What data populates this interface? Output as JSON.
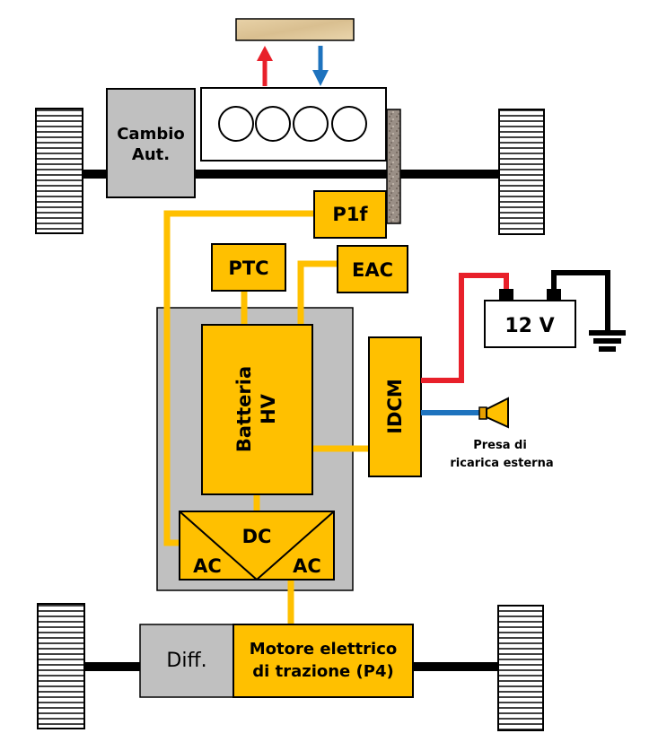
{
  "labels": {
    "gearbox_line1": "Cambio",
    "gearbox_line2": "Aut.",
    "p1f": "P1f",
    "ptc": "PTC",
    "eac": "EAC",
    "battery_line1": "Batteria",
    "battery_line2": "HV",
    "idcm": "IDCM",
    "battery_12v": "12 V",
    "socket_line1": "Presa di",
    "socket_line2": "ricarica esterna",
    "dc": "DC",
    "ac_left": "AC",
    "ac_right": "AC",
    "diff": "Diff.",
    "motor_line1": "Motore elettrico",
    "motor_line2": "di trazione (P4)"
  },
  "colors": {
    "hv_orange": "#FFC000",
    "housing_gray": "#C0C0C0",
    "hot_red": "#E8202A",
    "cold_blue": "#1E73BE",
    "wire_red": "#E8202A",
    "wire_blue": "#1E73BE",
    "tire_white": "#ffffff",
    "axle_black": "#000000"
  }
}
